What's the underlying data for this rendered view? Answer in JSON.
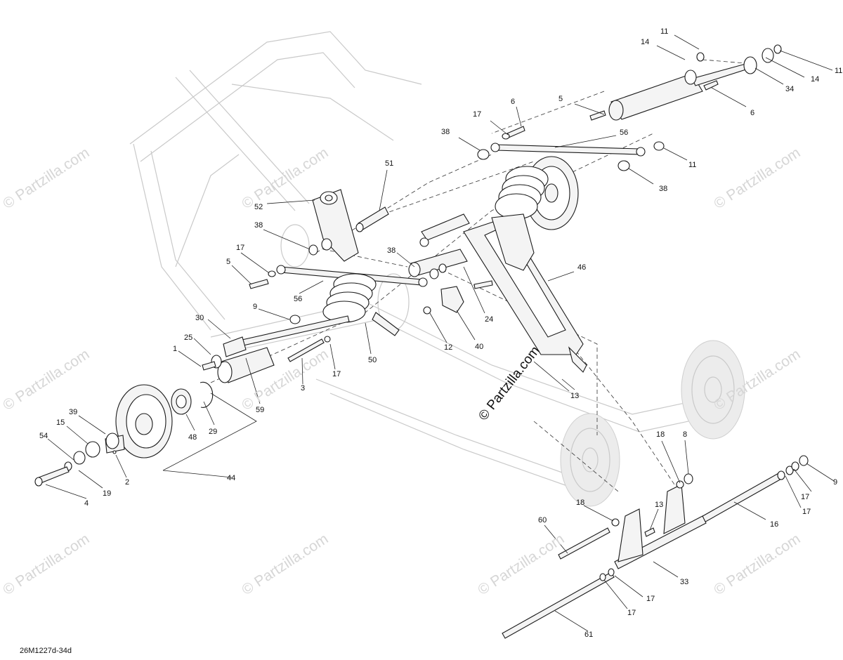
{
  "diagram_code": "26M1227d-34d",
  "watermark_text": "© Partzilla.com",
  "center_watermark": "© Partzilla.com",
  "callout_labels": [
    "11",
    "14",
    "11",
    "14",
    "34",
    "6",
    "5",
    "6",
    "17",
    "38",
    "56",
    "11",
    "38",
    "51",
    "52",
    "38",
    "17",
    "5",
    "38",
    "56",
    "46",
    "9",
    "30",
    "25",
    "1",
    "24",
    "12",
    "40",
    "50",
    "17",
    "3",
    "59",
    "13",
    "29",
    "48",
    "39",
    "15",
    "54",
    "2",
    "19",
    "4",
    "44",
    "18",
    "8",
    "9",
    "17",
    "17",
    "13",
    "18",
    "60",
    "16",
    "33",
    "17",
    "17",
    "61"
  ]
}
